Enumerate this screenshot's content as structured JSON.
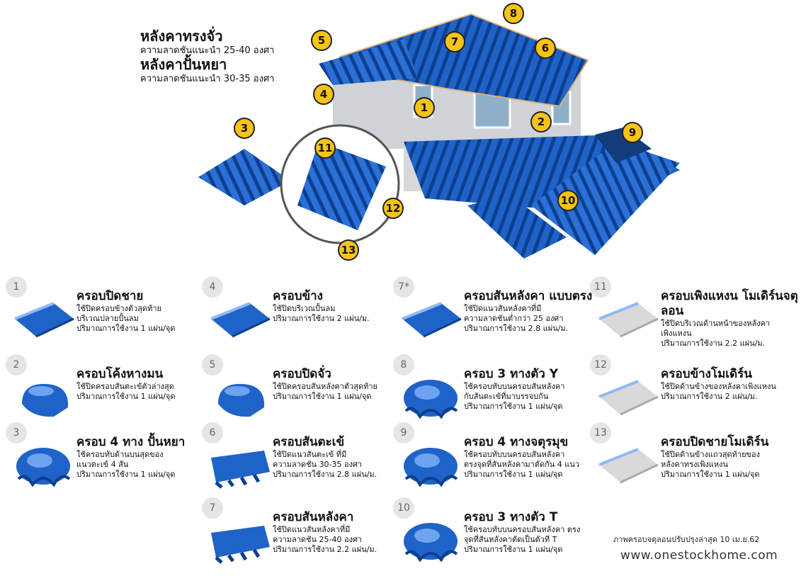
{
  "roof_info": [
    {
      "title": "หลังคาทรงจั่ว",
      "subtitle": "ความลาดชันแนะนำ 25-40 องศา"
    },
    {
      "title": "หลังคาปั้นหยา",
      "subtitle": "ความลาดชันแนะนำ 30-35 องศา"
    }
  ],
  "callouts": [
    "1",
    "2",
    "3",
    "4",
    "5",
    "6",
    "7",
    "8",
    "9",
    "10",
    "11",
    "12",
    "13"
  ],
  "items": [
    {
      "num": "1",
      "name": "ครอบปิดชาย",
      "desc": [
        "ใช้ปิดครอบข้างตัวสุดท้าย",
        "บริเวณปลายปั้นลม",
        "ปริมาณการใช้งาน 1 แผ่น/จุด"
      ]
    },
    {
      "num": "2",
      "name": "ครอบโค้งหางมน",
      "desc": [
        "ใช้ปิดครอบสันตะเข้ตัวล่างสุด",
        "ปริมาณการใช้งาน 1 แผ่น/จุด"
      ]
    },
    {
      "num": "3",
      "name": "ครอบ 4 ทาง ปั้นหยา",
      "desc": [
        "ใช้ครอบทับด้านบนสุดของ",
        "แนวตะเข้ 4 สัน",
        "ปริมาณการใช้งาน 1 แผ่น/จุด"
      ]
    },
    {
      "num": "4",
      "name": "ครอบข้าง",
      "desc": [
        "ใช้ปิดบริเวณปั้นลม",
        "ปริมาณการใช้งาน 2 แผ่น/ม."
      ]
    },
    {
      "num": "5",
      "name": "ครอบปิดจั่ว",
      "desc": [
        "ใช้ปิดครอบสันหลังคาตัวสุดท้าย",
        "ปริมาณการใช้งาน 1 แผ่น/จุด"
      ]
    },
    {
      "num": "6",
      "name": "ครอบสันตะเข้",
      "desc": [
        "ใช้ปิดแนวสันตะเข้ ที่มี",
        "ความลาดชัน 30-35 องศา",
        "ปริมาณการใช้งาน 2.8 แผ่น/ม."
      ]
    },
    {
      "num": "7",
      "name": "ครอบสันหลังคา",
      "desc": [
        "ใช้ปิดแนวสันหลังคาที่มี",
        "ความลาดชัน 25-40 องศา",
        "ปริมาณการใช้งาน 2.2 แผ่น/ม."
      ]
    },
    {
      "num": "7*",
      "name": "ครอบสันหลังคา แบบตรง",
      "desc": [
        "ใช้ปิดแนวสันหลังคาที่มี",
        "ความลาดชันต่ำกว่า 25 องศา",
        "ปริมาณการใช้งาน 2.8 แผ่น/ม."
      ]
    },
    {
      "num": "8",
      "name": "ครอบ 3 ทางตัว Y",
      "desc": [
        "ใช้ครอบทับบนครอบสันหลังคา",
        "กับสันตะเข้ที่มาบรรจบกัน",
        "ปริมาณการใช้งาน 1 แผ่น/จุด"
      ]
    },
    {
      "num": "9",
      "name": "ครอบ 4 ทางจตุรมุข",
      "desc": [
        "ใช้ครอบทับบนครอบสันหลังคา",
        "ตรงจุดที่สันหลังคามาตัดกัน 4 แนว",
        "ปริมาณการใช้งาน 1 แผ่น/จุด"
      ]
    },
    {
      "num": "10",
      "name": "ครอบ 3 ทางตัว T",
      "desc": [
        "ใช้ครอบทับบนครอบสันหลังคา ตรง",
        "จุดที่สันหลังคาตัดเป็นตัวที T",
        "ปริมาณการใช้งาน 1 แผ่น/จุด"
      ]
    },
    {
      "num": "11",
      "name": "ครอบเพิงแหงน โมเดิร์นจตุลอน",
      "desc": [
        "ใช้ปิดบริเวณด้านหน้าของหลังคา",
        "เพิงแหงน",
        "ปริมาณการใช้งาน 2.2 แผ่น/ม."
      ]
    },
    {
      "num": "12",
      "name": "ครอบข้างโมเดิร์น",
      "desc": [
        "ใช้ปิดด้านข้างของหลังคาเพิงแหงน",
        "ปริมาณการใช้งาน 2 แผ่น/ม."
      ]
    },
    {
      "num": "13",
      "name": "ครอบปิดชายโมเดิร์น",
      "desc": [
        "ใช้ปิดด้านข้างแถวสุดท้ายของ",
        "หลังคาทรงเพิงแหงน",
        "ปริมาณการใช้งาน 1 แผ่น/จุด"
      ]
    }
  ],
  "footnote": "ภาพครอบจตุลอนปรับปรุงล่าสุด 10 เม.ย.62",
  "site": "www.onestockhome.com",
  "colors": {
    "tile_blue": "#1f63c8",
    "tile_dark": "#0c3f8f",
    "grey_tile": "#d9d9d9",
    "callout": "#f6c318"
  }
}
